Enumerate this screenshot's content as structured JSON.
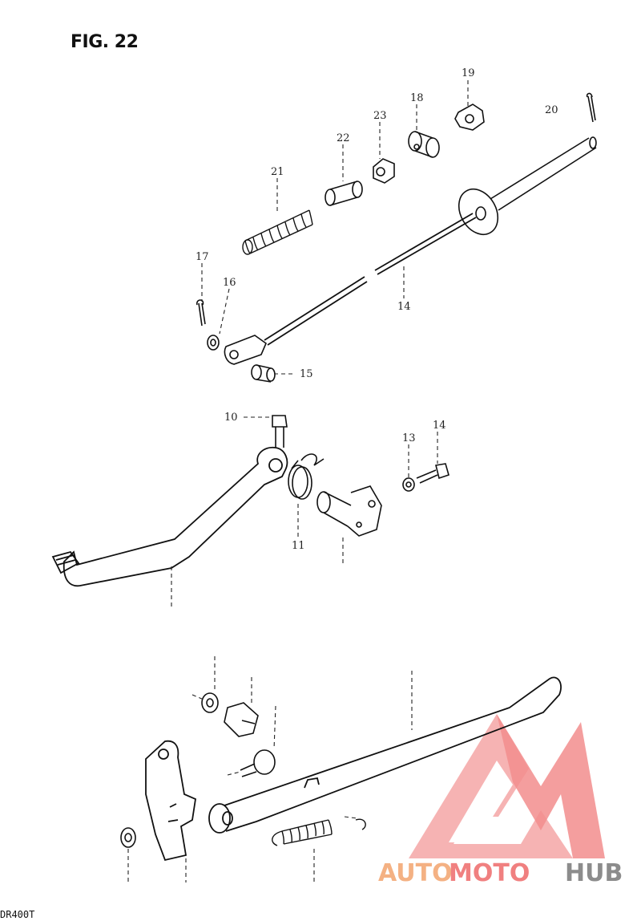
{
  "figure": {
    "title": "FIG. 22",
    "footer_code": "DR400T"
  },
  "callouts": {
    "c19": "19",
    "c18": "18",
    "c23": "23",
    "c20": "20",
    "c22": "22",
    "c21": "21",
    "c17": "17",
    "c16": "16",
    "c14": "14",
    "c15": "15",
    "c10": "10",
    "c13": "13",
    "c14b": "14",
    "c11": "11"
  },
  "watermark": {
    "word_a": "AUTO",
    "word_b": "MOTO",
    "word_c": "HUB",
    "color_a": "#f4b183",
    "color_b": "#f08080",
    "color_c": "#8c8c8c"
  },
  "colors": {
    "ink": "#111111",
    "triangle": "#f4a0a0"
  }
}
